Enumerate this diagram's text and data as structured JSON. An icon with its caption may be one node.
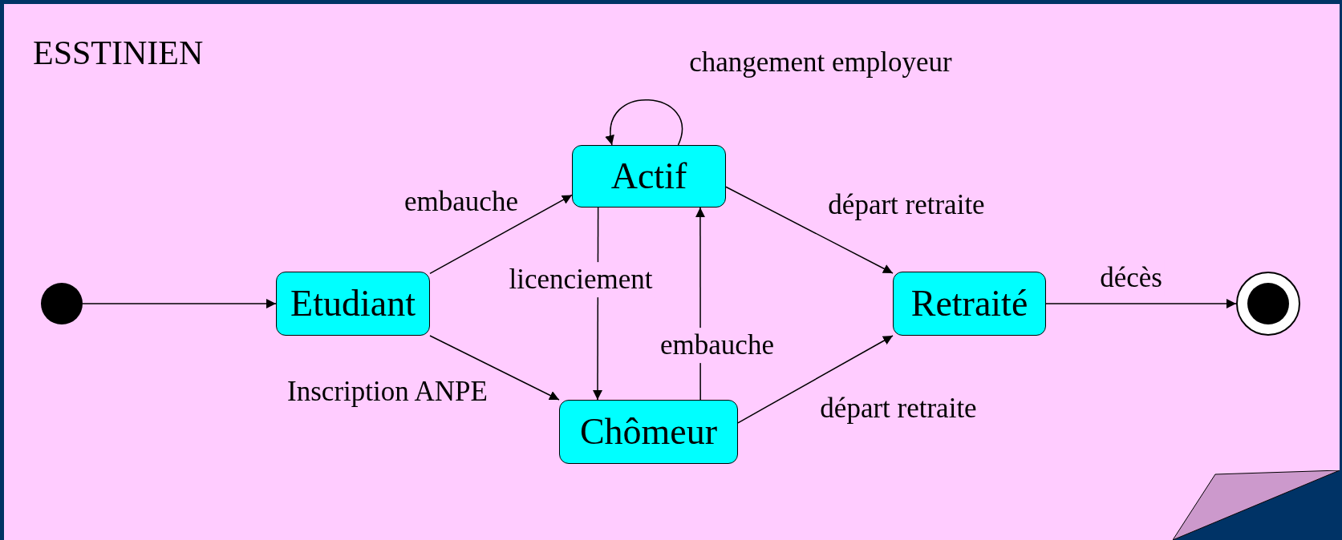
{
  "diagram": {
    "title": "ESSTINIEN",
    "nodes": [
      {
        "text": [],
        "shape": "circle"
      },
      {
        "text": [
          "Etudiant"
        ]
      },
      {
        "text": [
          "Actif"
        ]
      },
      {
        "text": [
          "Chômeur"
        ]
      },
      {
        "text": [
          "Retraité"
        ]
      },
      {
        "text": [],
        "shape": "circle"
      }
    ],
    "edges": [
      {
        "from": 0,
        "to": 1,
        "arrow": "to"
      },
      {
        "from": 1,
        "to": 2,
        "arrow": "to",
        "label": "embauche"
      },
      {
        "from": 1,
        "to": 3,
        "arrow": "to",
        "label": "Inscription ANPE"
      },
      {
        "from": 2,
        "to": 2,
        "arrow": "to",
        "label": "changement employeur"
      },
      {
        "from": 2,
        "to": 3,
        "arrow": "to",
        "label": "licenciement"
      },
      {
        "from": 3,
        "to": 2,
        "arrow": "to",
        "label": "embauche"
      },
      {
        "from": 2,
        "to": 4,
        "arrow": "to",
        "label": "départ retraite"
      },
      {
        "from": 3,
        "to": 4,
        "arrow": "to",
        "label": "départ retraite"
      },
      {
        "from": 4,
        "to": 5,
        "arrow": "to",
        "label": "décès"
      }
    ]
  }
}
